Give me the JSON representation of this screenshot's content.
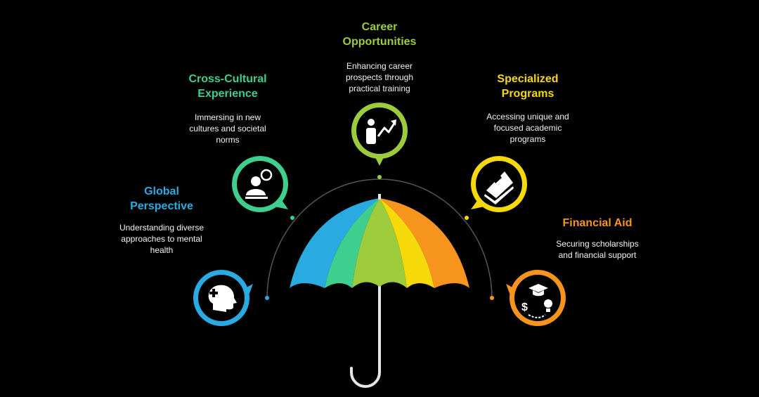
{
  "colors": {
    "background": "#000000",
    "blue": "#29abe2",
    "teal": "#3ecf8e",
    "green": "#9ccc3c",
    "yellow": "#f5d90a",
    "orange": "#f7941d",
    "handle": "#e6e6e6",
    "arc": "#555555"
  },
  "items": {
    "global": {
      "title_line1": "Global",
      "title_line2": "Perspective",
      "desc_line1": "Understanding diverse",
      "desc_line2": "approaches to mental",
      "desc_line3": "health",
      "icon": "mental-health-head-icon",
      "color": "#29abe2"
    },
    "cross": {
      "title_line1": "Cross-Cultural",
      "title_line2": "Experience",
      "desc_line1": "Immersing in new",
      "desc_line2": "cultures and societal",
      "desc_line3": "norms",
      "icon": "culture-person-icon",
      "color": "#3ecf8e"
    },
    "career": {
      "title_line1": "Career",
      "title_line2": "Opportunities",
      "desc_line1": "Enhancing career",
      "desc_line2": "prospects through",
      "desc_line3": "practical training",
      "icon": "career-growth-icon",
      "color": "#9ccc3c"
    },
    "special": {
      "title_line1": "Specialized",
      "title_line2": "Programs",
      "desc_line1": "Accessing unique and",
      "desc_line2": "focused academic",
      "desc_line3": "programs",
      "icon": "book-icon",
      "color": "#f5d90a"
    },
    "finance": {
      "title_line1": "Financial Aid",
      "desc_line1": "Securing scholarships",
      "desc_line2": "and financial support",
      "icon": "scholarship-icon",
      "color": "#f7941d"
    }
  }
}
